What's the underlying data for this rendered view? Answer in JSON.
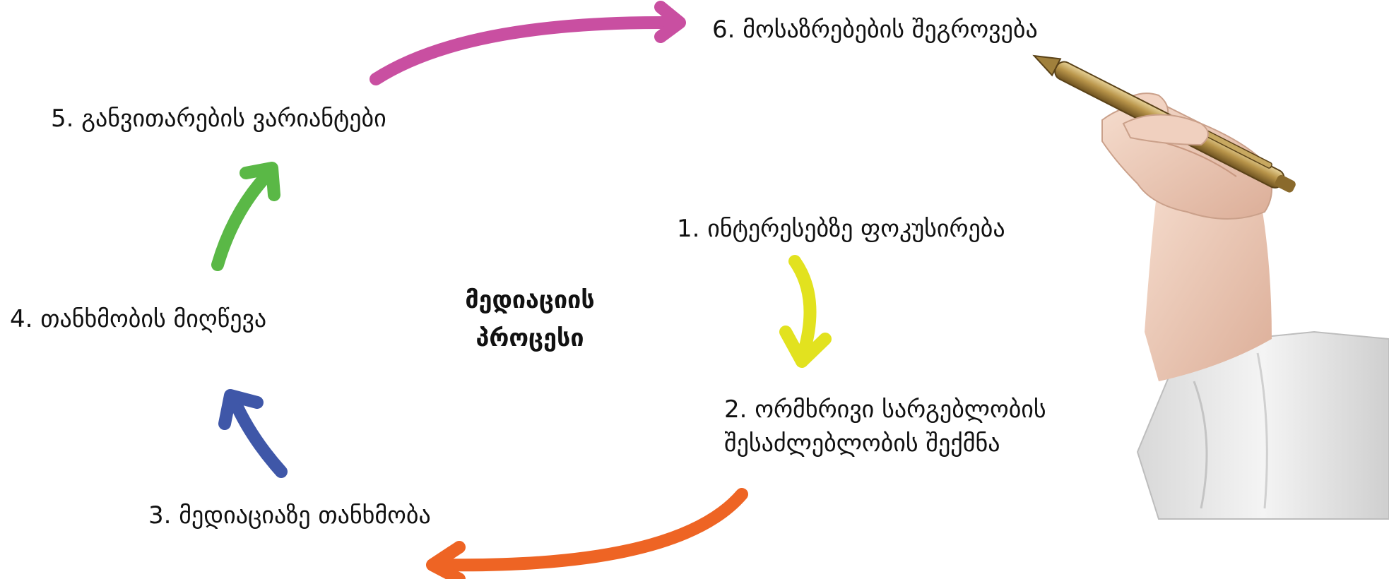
{
  "center_title": {
    "line1": "მედიაციის",
    "line2": "პროცესი"
  },
  "steps": [
    {
      "number": "1.",
      "text": "ინტერესებზე ფოკუსირება"
    },
    {
      "number": "2.",
      "lines": [
        "ორმხრივი სარგებლობის",
        "შესაძლებლობის შექმნა"
      ]
    },
    {
      "number": "3.",
      "text": "მედიაციაზე თანხმობა"
    },
    {
      "number": "4.",
      "text": "თანხმობის მიღწევა"
    },
    {
      "number": "5.",
      "text": "განვითარების ვარიანტები"
    },
    {
      "number": "6.",
      "text": "მოსაზრებების შეგროვება"
    }
  ],
  "arrows": [
    {
      "from": "1",
      "to": "2",
      "color": "#e2e21f"
    },
    {
      "from": "2",
      "to": "3",
      "color": "#ee6424"
    },
    {
      "from": "3",
      "to": "4",
      "color": "#3f57a8"
    },
    {
      "from": "4",
      "to": "5",
      "color": "#5ab846"
    },
    {
      "from": "5",
      "to": "6",
      "color": "#c94fa1"
    }
  ],
  "illustration": {
    "icon": "hand-holding-pen"
  }
}
